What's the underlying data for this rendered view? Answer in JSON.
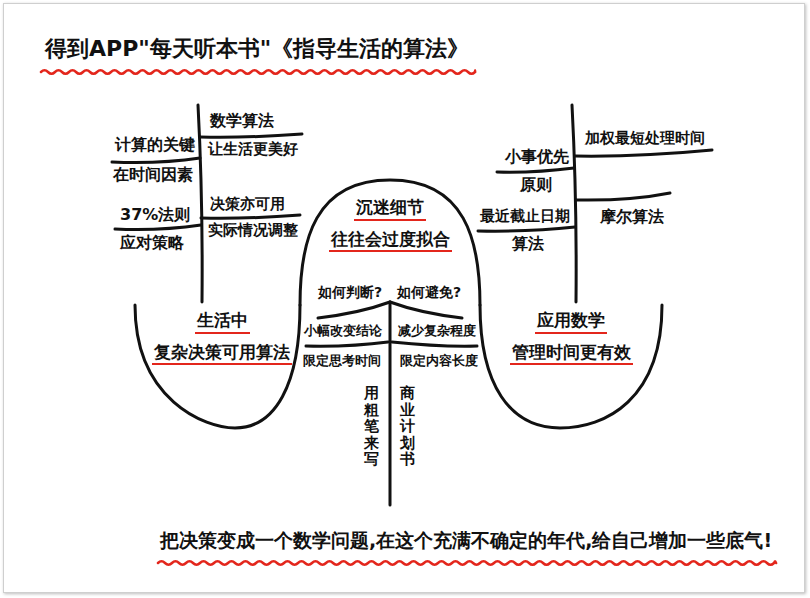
{
  "diagram": {
    "title": "得到APP\"每天听本书\"《指导生活的算法》",
    "caption": "把决策变成一个数学问题,在这个充满不确定的年代,给自己增加一些底气!",
    "nodes": [
      {
        "text": [
          "生活中",
          "复杂决策可用算法"
        ]
      },
      {
        "text": [
          "沉迷细节",
          "往往会过度拟合"
        ]
      },
      {
        "text": [
          "应用数学",
          "管理时间更有效"
        ]
      }
    ],
    "labels": [
      "计算的关键",
      "在时间因素",
      "数学算法",
      "让生活更美好",
      "37%法则",
      "应对策略",
      "决策亦可用",
      "实际情况调整",
      "如何判断?",
      "如何避免?",
      "小幅改变结论",
      "减少复杂程度",
      "限定思考时间",
      "限定内容长度",
      "用粗笔来写",
      "商业计划书",
      "小事优先",
      "原则",
      "最近截止日期",
      "算法",
      "加权最短处理时间",
      "摩尔算法"
    ]
  }
}
